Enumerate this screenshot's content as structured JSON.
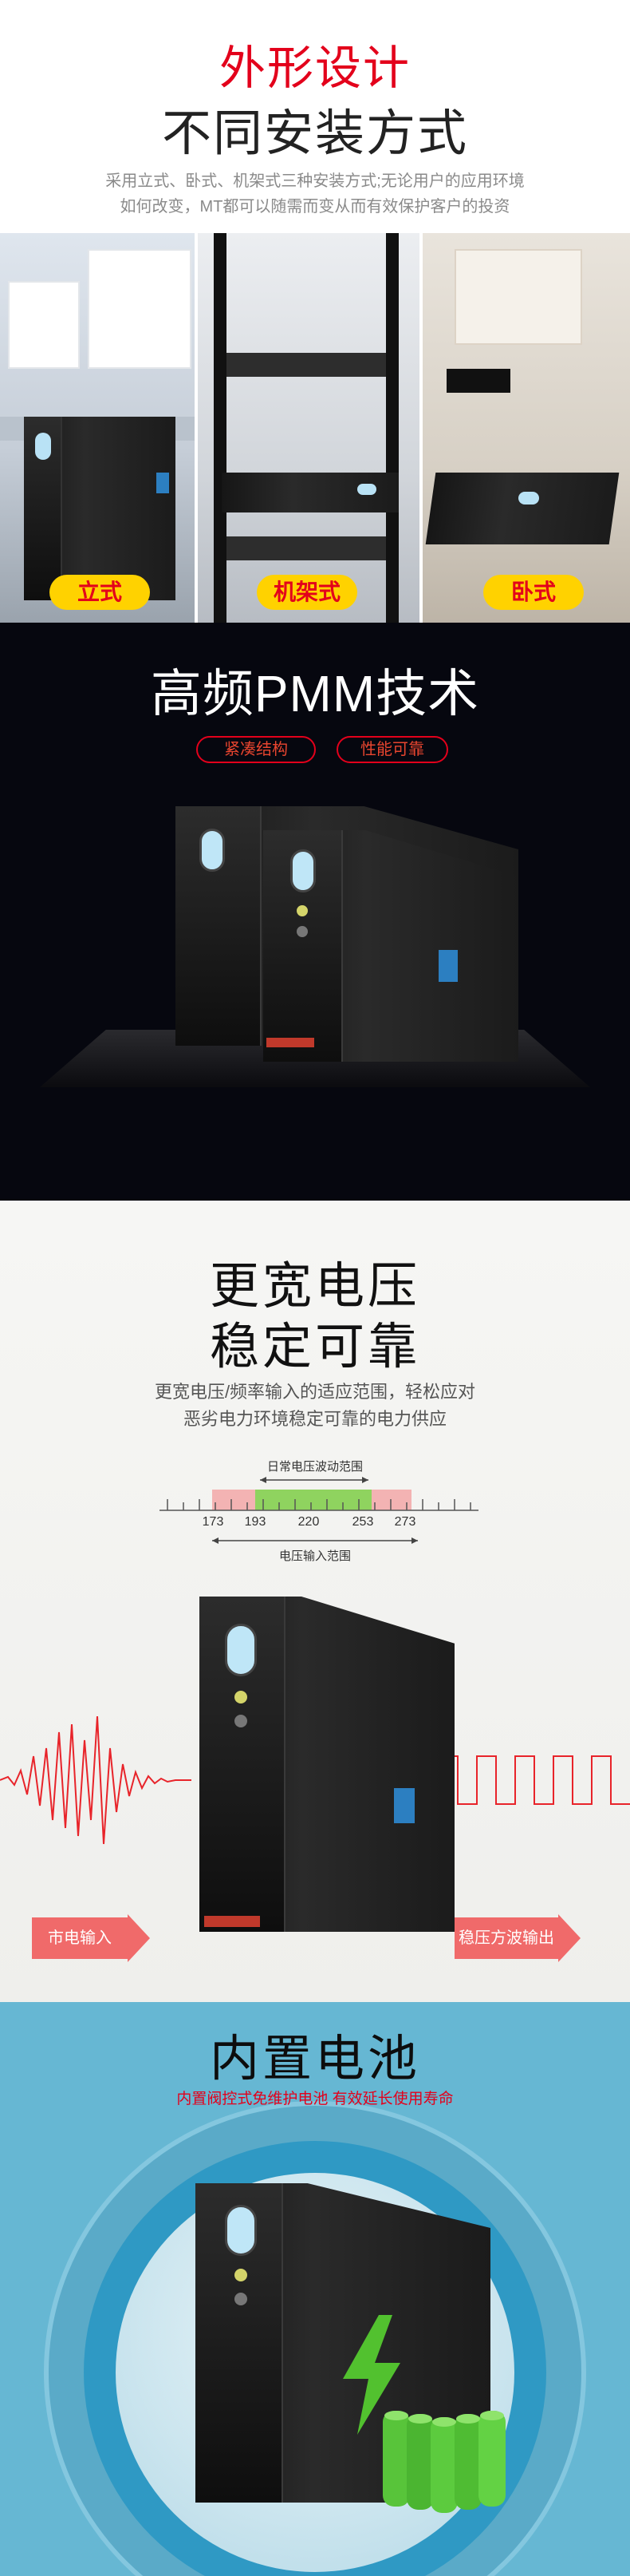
{
  "section1": {
    "title_red": "外形设计",
    "title_black": "不同安装方式",
    "desc_line1": "采用立式、卧式、机架式三种安装方式;无论用户的应用环境",
    "desc_line2": "如何改变，MT都可以随需而变从而有效保护客户的投资",
    "labels": [
      "立式",
      "机架式",
      "卧式"
    ]
  },
  "section2": {
    "title": "高频PMM技术",
    "pills": [
      "紧凑结构",
      "性能可靠"
    ]
  },
  "section3": {
    "title_line1": "更宽电压",
    "title_line2": "稳定可靠",
    "desc_line1": "更宽电压/频率输入的适应范围，轻松应对",
    "desc_line2": "恶劣电力环境稳定可靠的电力供应",
    "scale_top_label": "日常电压波动范围",
    "scale_bottom_label": "电压输入范围",
    "ticks": [
      "173",
      "193",
      "220",
      "253",
      "273"
    ],
    "input_label": "市电输入",
    "output_label": "稳压方波输出"
  },
  "section4": {
    "title": "内置电池",
    "subtitle": "内置阀控式免维护电池 有效延长使用寿命"
  },
  "colors": {
    "brand_red": "#e3001b",
    "badge_yellow": "#ffd200",
    "section2_bg": "#06070f",
    "section4_bg": "#66b7d3",
    "battery_green": "#52c12f",
    "wave_red": "#e8242a"
  }
}
